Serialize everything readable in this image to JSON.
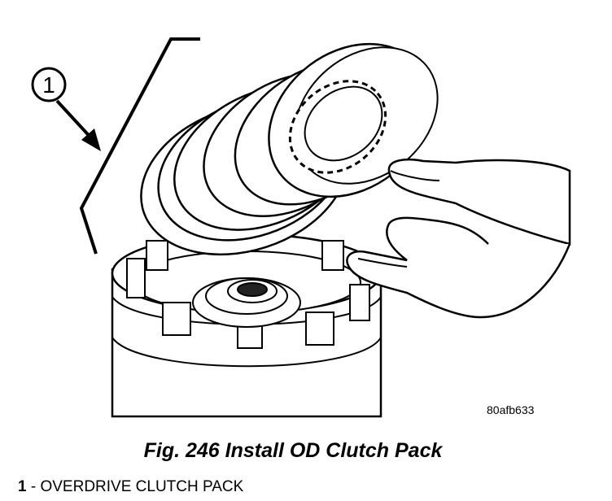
{
  "figure": {
    "callout_number": "1",
    "image_code": "80afb633"
  },
  "caption": "Fig. 246 Install OD Clutch Pack",
  "legend": {
    "items": [
      {
        "number": "1",
        "separator": " - ",
        "text": "OVERDRIVE CLUTCH PACK"
      }
    ]
  }
}
